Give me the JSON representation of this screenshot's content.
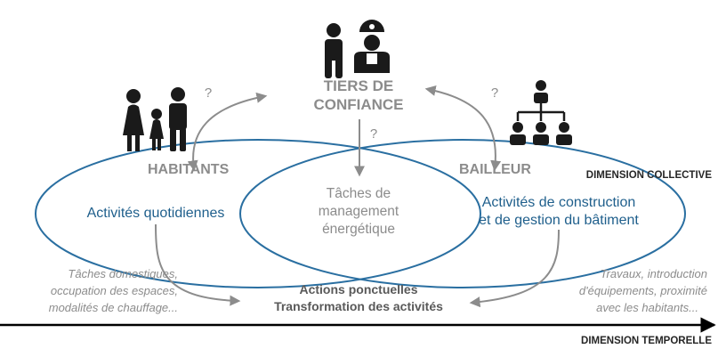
{
  "top_actor": {
    "title_line1": "TIERS DE",
    "title_line2": "CONFIANCE"
  },
  "left_actor": {
    "title": "HABITANTS",
    "activity": "Activités quotidiennes"
  },
  "right_actor": {
    "title": "BAILLEUR",
    "activity_line1": "Activités de construction",
    "activity_line2": "et de gestion du bâtiment"
  },
  "center": {
    "line1": "Tâches de",
    "line2": "management",
    "line3": "énergétique"
  },
  "question_marks": {
    "left": "?",
    "middle": "?",
    "right": "?"
  },
  "dimension_collective": "DIMENSION COLLECTIVE",
  "dimension_temporelle": "DIMENSION TEMPORELLE",
  "left_note": {
    "line1": "Tâches domestiques,",
    "line2": "occupation des espaces,",
    "line3": "modalités de chauffage..."
  },
  "right_note": {
    "line1": "Travaux, introduction",
    "line2": "d'équipements, proximité",
    "line3": "avec les habitants..."
  },
  "bottom_center": {
    "line1": "Actions ponctuelles",
    "line2": "Transformation des activités"
  },
  "colors": {
    "blue": "#1f5f8c",
    "gray": "#8c8c8c",
    "dark": "#262626",
    "ellipse": "#2a6fa1"
  }
}
